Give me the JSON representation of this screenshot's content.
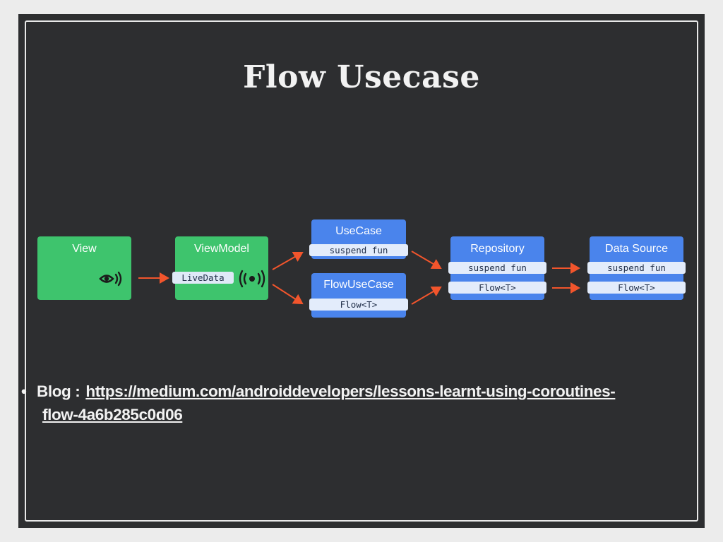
{
  "slide": {
    "title": "Flow Usecase"
  },
  "diagram": {
    "boxes": {
      "view": {
        "label": "View"
      },
      "viewmodel": {
        "label": "ViewModel",
        "pill": "LiveData"
      },
      "usecase": {
        "label": "UseCase",
        "pill": "suspend fun"
      },
      "flowusecase": {
        "label": "FlowUseCase",
        "pill": "Flow<T>"
      },
      "repository": {
        "label": "Repository",
        "pill_top": "suspend fun",
        "pill_bottom": "Flow<T>"
      },
      "datasource": {
        "label": "Data Source",
        "pill_top": "suspend fun",
        "pill_bottom": "Flow<T>"
      }
    },
    "icons": {
      "view_icon": "observe-eye-icon",
      "viewmodel_icon": "broadcast-icon"
    },
    "colors": {
      "green": "#3ec46d",
      "blue": "#4a84ec",
      "arrow": "#f2552c",
      "background": "#2d2e30"
    }
  },
  "bullet": {
    "label": "Blog :",
    "link_line1": "https://medium.com/androiddevelopers/lessons-learnt-using-coroutines-",
    "link_line2": "flow-4a6b285c0d06"
  }
}
